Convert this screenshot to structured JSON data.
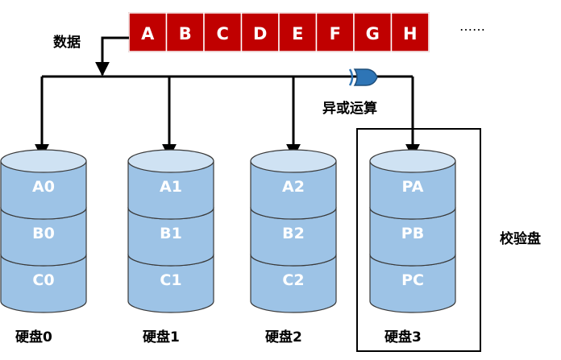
{
  "data_strip": {
    "label": "数据",
    "cells": [
      "A",
      "B",
      "C",
      "D",
      "E",
      "F",
      "G",
      "H"
    ],
    "ellipsis": "……"
  },
  "xor_label": "异或运算",
  "disks": [
    {
      "name": "硬盘0",
      "blocks": [
        "A0",
        "B0",
        "C0"
      ]
    },
    {
      "name": "硬盘1",
      "blocks": [
        "A1",
        "B1",
        "C1"
      ]
    },
    {
      "name": "硬盘2",
      "blocks": [
        "A2",
        "B2",
        "C2"
      ]
    },
    {
      "name": "硬盘3",
      "blocks": [
        "PA",
        "PB",
        "PC"
      ]
    }
  ],
  "parity_label": "校验盘",
  "colors": {
    "cell_fill": "#c00000",
    "disk_body": "#9dc3e6",
    "disk_top": "#cfe2f3",
    "xor_gate": "#2e75b6"
  }
}
